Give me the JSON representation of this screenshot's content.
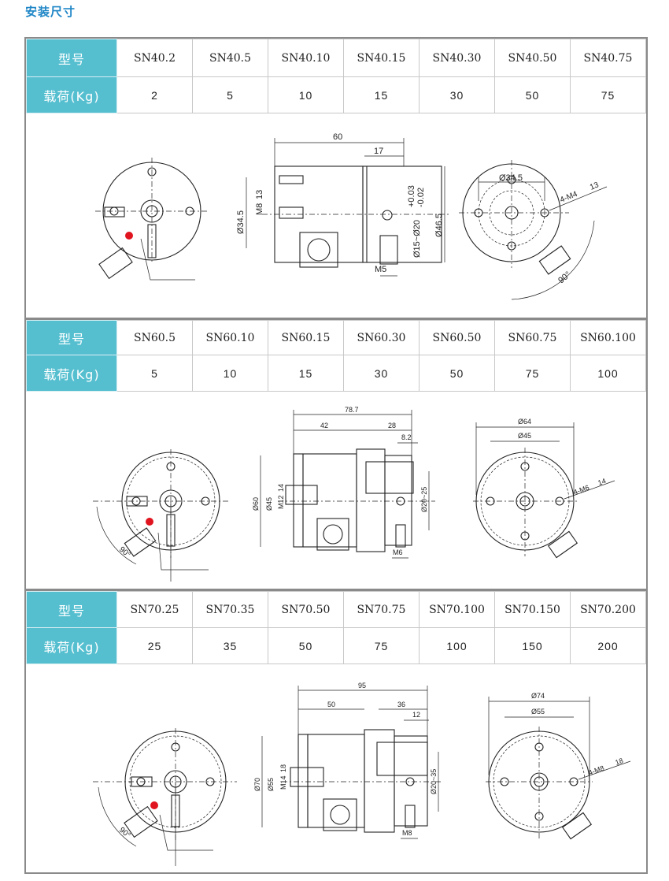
{
  "page_title": "安装尺寸",
  "colors": {
    "accent": "#55bfd0",
    "title": "#1f86c6",
    "marker": "#e0141e"
  },
  "sections": [
    {
      "model_label": "型号",
      "load_label": "载荷(Kg)",
      "models": [
        "SN40.2",
        "SN40.5",
        "SN40.10",
        "SN40.15",
        "SN40.30",
        "SN40.50",
        "SN40.75"
      ],
      "loads": [
        "2",
        "5",
        "10",
        "15",
        "30",
        "50",
        "75"
      ],
      "dims": {
        "total_length": "60",
        "front_length": "17",
        "outer_dia": "Ø34.5",
        "m_thread": "M8",
        "m_depth": "13",
        "bore": "Ø15~Ø20",
        "tol_plus": "+0.03",
        "tol_minus": "-0.02",
        "body_dia": "Ø46.5",
        "side_tap": "M5",
        "pcd": "Ø34.5",
        "holes": "4-M4",
        "hole_depth": "13",
        "angle": "90°"
      }
    },
    {
      "model_label": "型号",
      "load_label": "载荷(Kg)",
      "models": [
        "SN60.5",
        "SN60.10",
        "SN60.15",
        "SN60.30",
        "SN60.50",
        "SN60.75",
        "SN60.100"
      ],
      "loads": [
        "5",
        "10",
        "15",
        "30",
        "50",
        "75",
        "100"
      ],
      "dims": {
        "total_length": "78.7",
        "body_length": "42",
        "front_length": "28",
        "flange": "8.2",
        "outer_dia": "Ø60",
        "inner_dia": "Ø45",
        "m_thread": "M12",
        "m_depth": "14",
        "bore": "Ø20~25",
        "side_tap": "M6",
        "pcd_outer": "Ø64",
        "pcd_inner": "Ø45",
        "holes": "4-M6",
        "hole_depth": "14",
        "angle": "90°"
      }
    },
    {
      "model_label": "型号",
      "load_label": "载荷(Kg)",
      "models": [
        "SN70.25",
        "SN70.35",
        "SN70.50",
        "SN70.75",
        "SN70.100",
        "SN70.150",
        "SN70.200"
      ],
      "loads": [
        "25",
        "35",
        "50",
        "75",
        "100",
        "150",
        "200"
      ],
      "dims": {
        "total_length": "95",
        "body_length": "50",
        "front_length": "36",
        "flange": "12",
        "outer_dia": "Ø70",
        "inner_dia": "Ø55",
        "m_thread": "M14",
        "m_depth": "18",
        "bore": "Ø20~35",
        "side_tap": "M8",
        "pcd_outer": "Ø74",
        "pcd_inner": "Ø55",
        "holes": "4-M8",
        "hole_depth": "18",
        "angle": "90°"
      }
    }
  ]
}
